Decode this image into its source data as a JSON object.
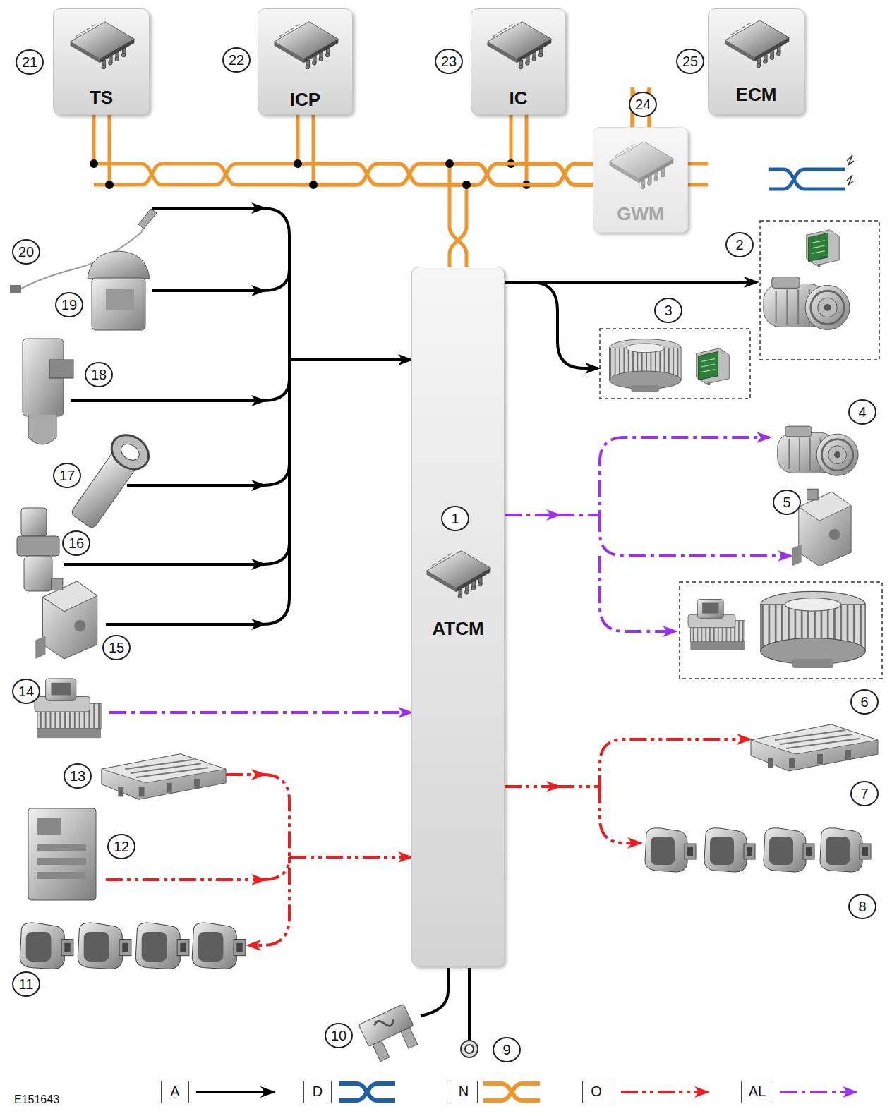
{
  "diagram": {
    "nodes": [
      {
        "text": [
          "TS"
        ]
      },
      {
        "text": [
          "ICP"
        ]
      },
      {
        "text": [
          "IC"
        ]
      },
      {
        "text": [
          "GWM"
        ]
      },
      {
        "text": [
          "ECM"
        ]
      },
      {
        "text": [
          "ATCM"
        ]
      }
    ],
    "edges": [
      {
        "from": 0,
        "to": 3,
        "arrow": "none"
      },
      {
        "from": 1,
        "to": 3,
        "arrow": "none"
      },
      {
        "from": 2,
        "to": 3,
        "arrow": "none"
      },
      {
        "from": 5,
        "to": 3,
        "arrow": "none"
      },
      {
        "from": 3,
        "to": 4,
        "arrow": "none"
      }
    ],
    "labels": [
      "21",
      "22",
      "23",
      "25",
      "24",
      "2",
      "20",
      "19",
      "3",
      "18",
      "4",
      "17",
      "1",
      "5",
      "16",
      "15",
      "14",
      "6",
      "13",
      "7",
      "12",
      "8",
      "11",
      "10",
      "9",
      "E151643"
    ],
    "legend": [
      {
        "text": "A"
      },
      {
        "text": "D"
      },
      {
        "text": "N"
      },
      {
        "text": "O"
      },
      {
        "text": "AL"
      }
    ]
  }
}
